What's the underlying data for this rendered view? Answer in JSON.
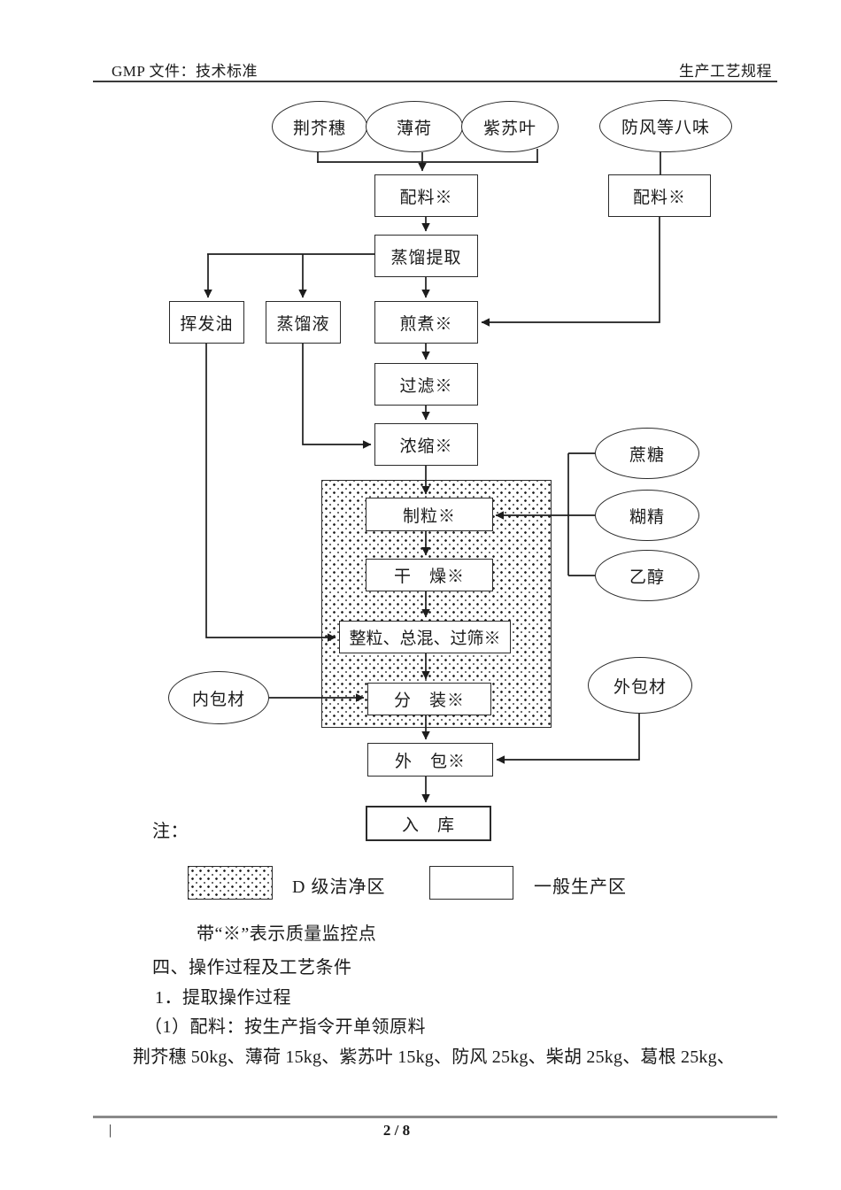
{
  "header": {
    "left": "GMP 文件：技术标准",
    "right": "生产工艺规程"
  },
  "flowchart": {
    "materials": {
      "jingjiesui": "荆芥穗",
      "bohe": "薄荷",
      "zisuye": "紫苏叶",
      "fangfeng_group": "防风等八味"
    },
    "steps": {
      "peiliao_left": "配料※",
      "peiliao_right": "配料※",
      "zhengliu_tiqu": "蒸馏提取",
      "huifayou": "挥发油",
      "zhengliuye": "蒸馏液",
      "jianzhu": "煎煮※",
      "guolv": "过滤※",
      "nongsuo": "浓缩※",
      "zhili": "制粒※",
      "ganzao": "干　燥※",
      "zhengli_zonghun_guoshai": "整粒、总混、过筛※",
      "fenzhuang": "分　装※",
      "waibao": "外　包※",
      "ruku": "入　库"
    },
    "excipients": {
      "zhetang": "蔗糖",
      "hujing": "糊精",
      "yichun": "乙醇"
    },
    "packaging_materials": {
      "neibaocai": "内包材",
      "waibaocai": "外包材"
    }
  },
  "notes": {
    "label": "注：",
    "quality_note": "带“※”表示质量监控点"
  },
  "legend": {
    "d_clean_area": "D 级洁净区",
    "general_area": "一般生产区"
  },
  "body": {
    "section_title": "四、操作过程及工艺条件",
    "sub_title": "1．提取操作过程",
    "step1": "（1）配料：按生产指令开单领原料",
    "materials_line": "荆芥穗 50kg、薄荷 15kg、紫苏叶 15kg、防风 25kg、柴胡 25kg、葛根 25kg、"
  },
  "footer": {
    "left_mark": "|",
    "page_number": "2 / 8"
  },
  "colors": {
    "ink": "#1d1d1d",
    "paper": "#ffffff"
  }
}
